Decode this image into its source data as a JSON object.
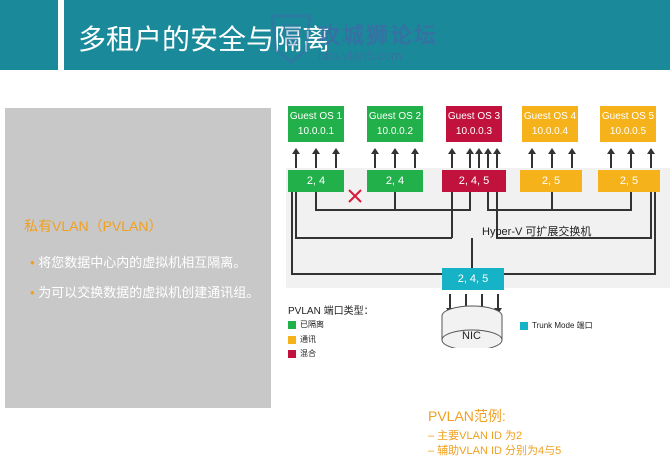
{
  "header": {
    "title": "多租户的安全与隔离"
  },
  "watermark": {
    "line1": "攻城狮论坛",
    "line2": "bbs.vlan5.com"
  },
  "panel": {
    "title": "私有VLAN（PVLAN）",
    "bullets": [
      "将您数据中心内的虚拟机相互隔离。",
      "为可以交换数据的虚拟机创建通讯组。"
    ]
  },
  "diagram": {
    "guests": [
      {
        "name": "Guest OS 1",
        "ip": "10.0.0.1",
        "port": "2, 4",
        "type": "isolated"
      },
      {
        "name": "Guest OS 2",
        "ip": "10.0.0.2",
        "port": "2, 4",
        "type": "isolated"
      },
      {
        "name": "Guest OS 3",
        "ip": "10.0.0.3",
        "port": "2, 4, 5",
        "type": "promiscuous"
      },
      {
        "name": "Guest OS 4",
        "ip": "10.0.0.4",
        "port": "2, 5",
        "type": "community"
      },
      {
        "name": "Guest OS 5",
        "ip": "10.0.0.5",
        "port": "2, 5",
        "type": "community"
      }
    ],
    "switch_label": "Hyper-V 可扩展交换机",
    "trunk_port": "2, 4, 5",
    "nic_label": "NIC",
    "legend_title": "PVLAN 端口类型：",
    "legend": [
      {
        "label": "已隔离",
        "color": "#22b04a"
      },
      {
        "label": "通讯",
        "color": "#f5b21b"
      },
      {
        "label": "混合",
        "color": "#c0123c"
      }
    ],
    "trunk_legend": "Trunk Mode 端口",
    "colors": {
      "isolated": "#22b04a",
      "community": "#f5b21b",
      "promiscuous": "#c0123c",
      "trunk": "#16b3c6"
    }
  },
  "examples": {
    "title": "PVLAN范例:",
    "items": [
      "– 主要VLAN ID 为2",
      "– 辅助VLAN ID 分别为4与5"
    ]
  }
}
